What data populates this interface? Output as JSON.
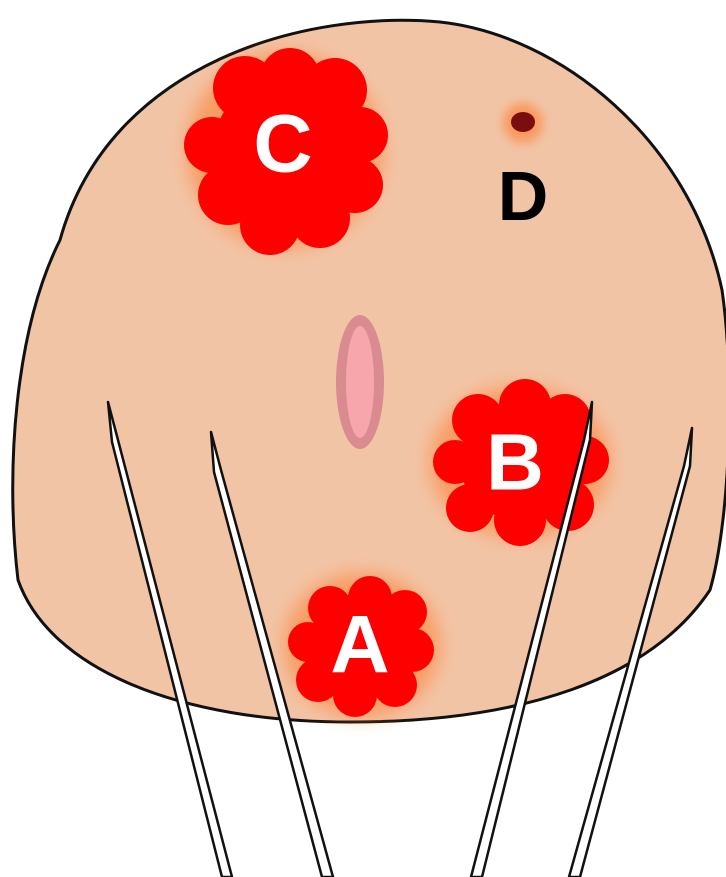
{
  "labels": {
    "a": "A",
    "b": "B",
    "c": "C",
    "d": "D"
  },
  "colors": {
    "skin": "#f2c4a6",
    "outline": "#111111",
    "lesion": "#ff0000",
    "lesion_glow": "#ff7a2a",
    "pinhole": "#7a0e0e",
    "opening": "#f7a6ac",
    "opening_rim": "#d98b90",
    "label_light": "#ffffff",
    "label_dark": "#000000"
  }
}
